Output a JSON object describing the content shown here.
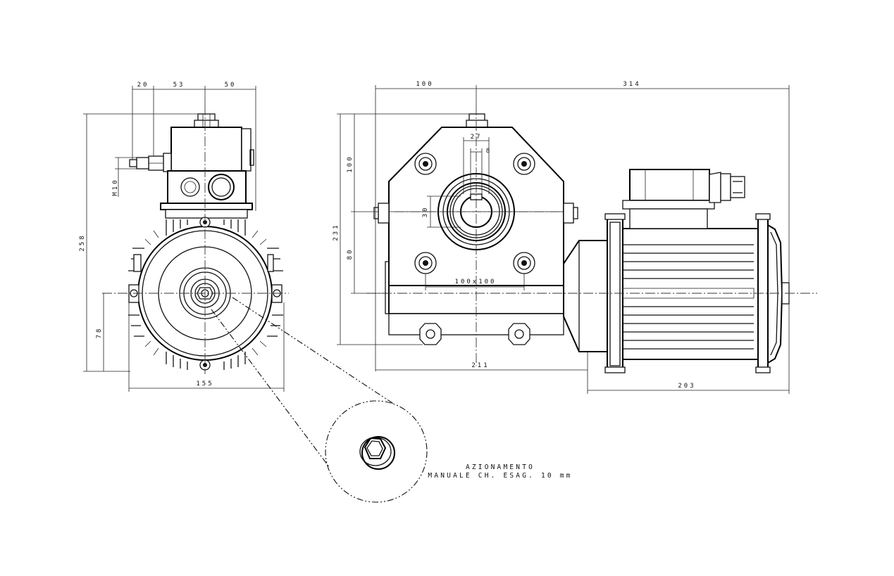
{
  "dimensions": {
    "side_top_a": "20",
    "side_top_b": "53",
    "side_top_c": "50",
    "side_height_total": "258",
    "side_height_center": "78",
    "side_thread": "M10",
    "side_width": "155",
    "front_top_left": "100",
    "front_top_right": "314",
    "front_bore_width": "27",
    "front_key_width": "8",
    "front_bore_dia": "30",
    "front_upper_height": "100",
    "front_lower_height": "80",
    "front_total_height": "231",
    "front_bolt_pattern": "100x100",
    "front_gearbox_length": "211",
    "front_motor_length": "203"
  },
  "note": {
    "line1": "AZIONAMENTO",
    "line2": "MANUALE CH. ESAG. 10 mm"
  },
  "colors": {
    "ink": "#111111",
    "paper": "#ffffff"
  }
}
